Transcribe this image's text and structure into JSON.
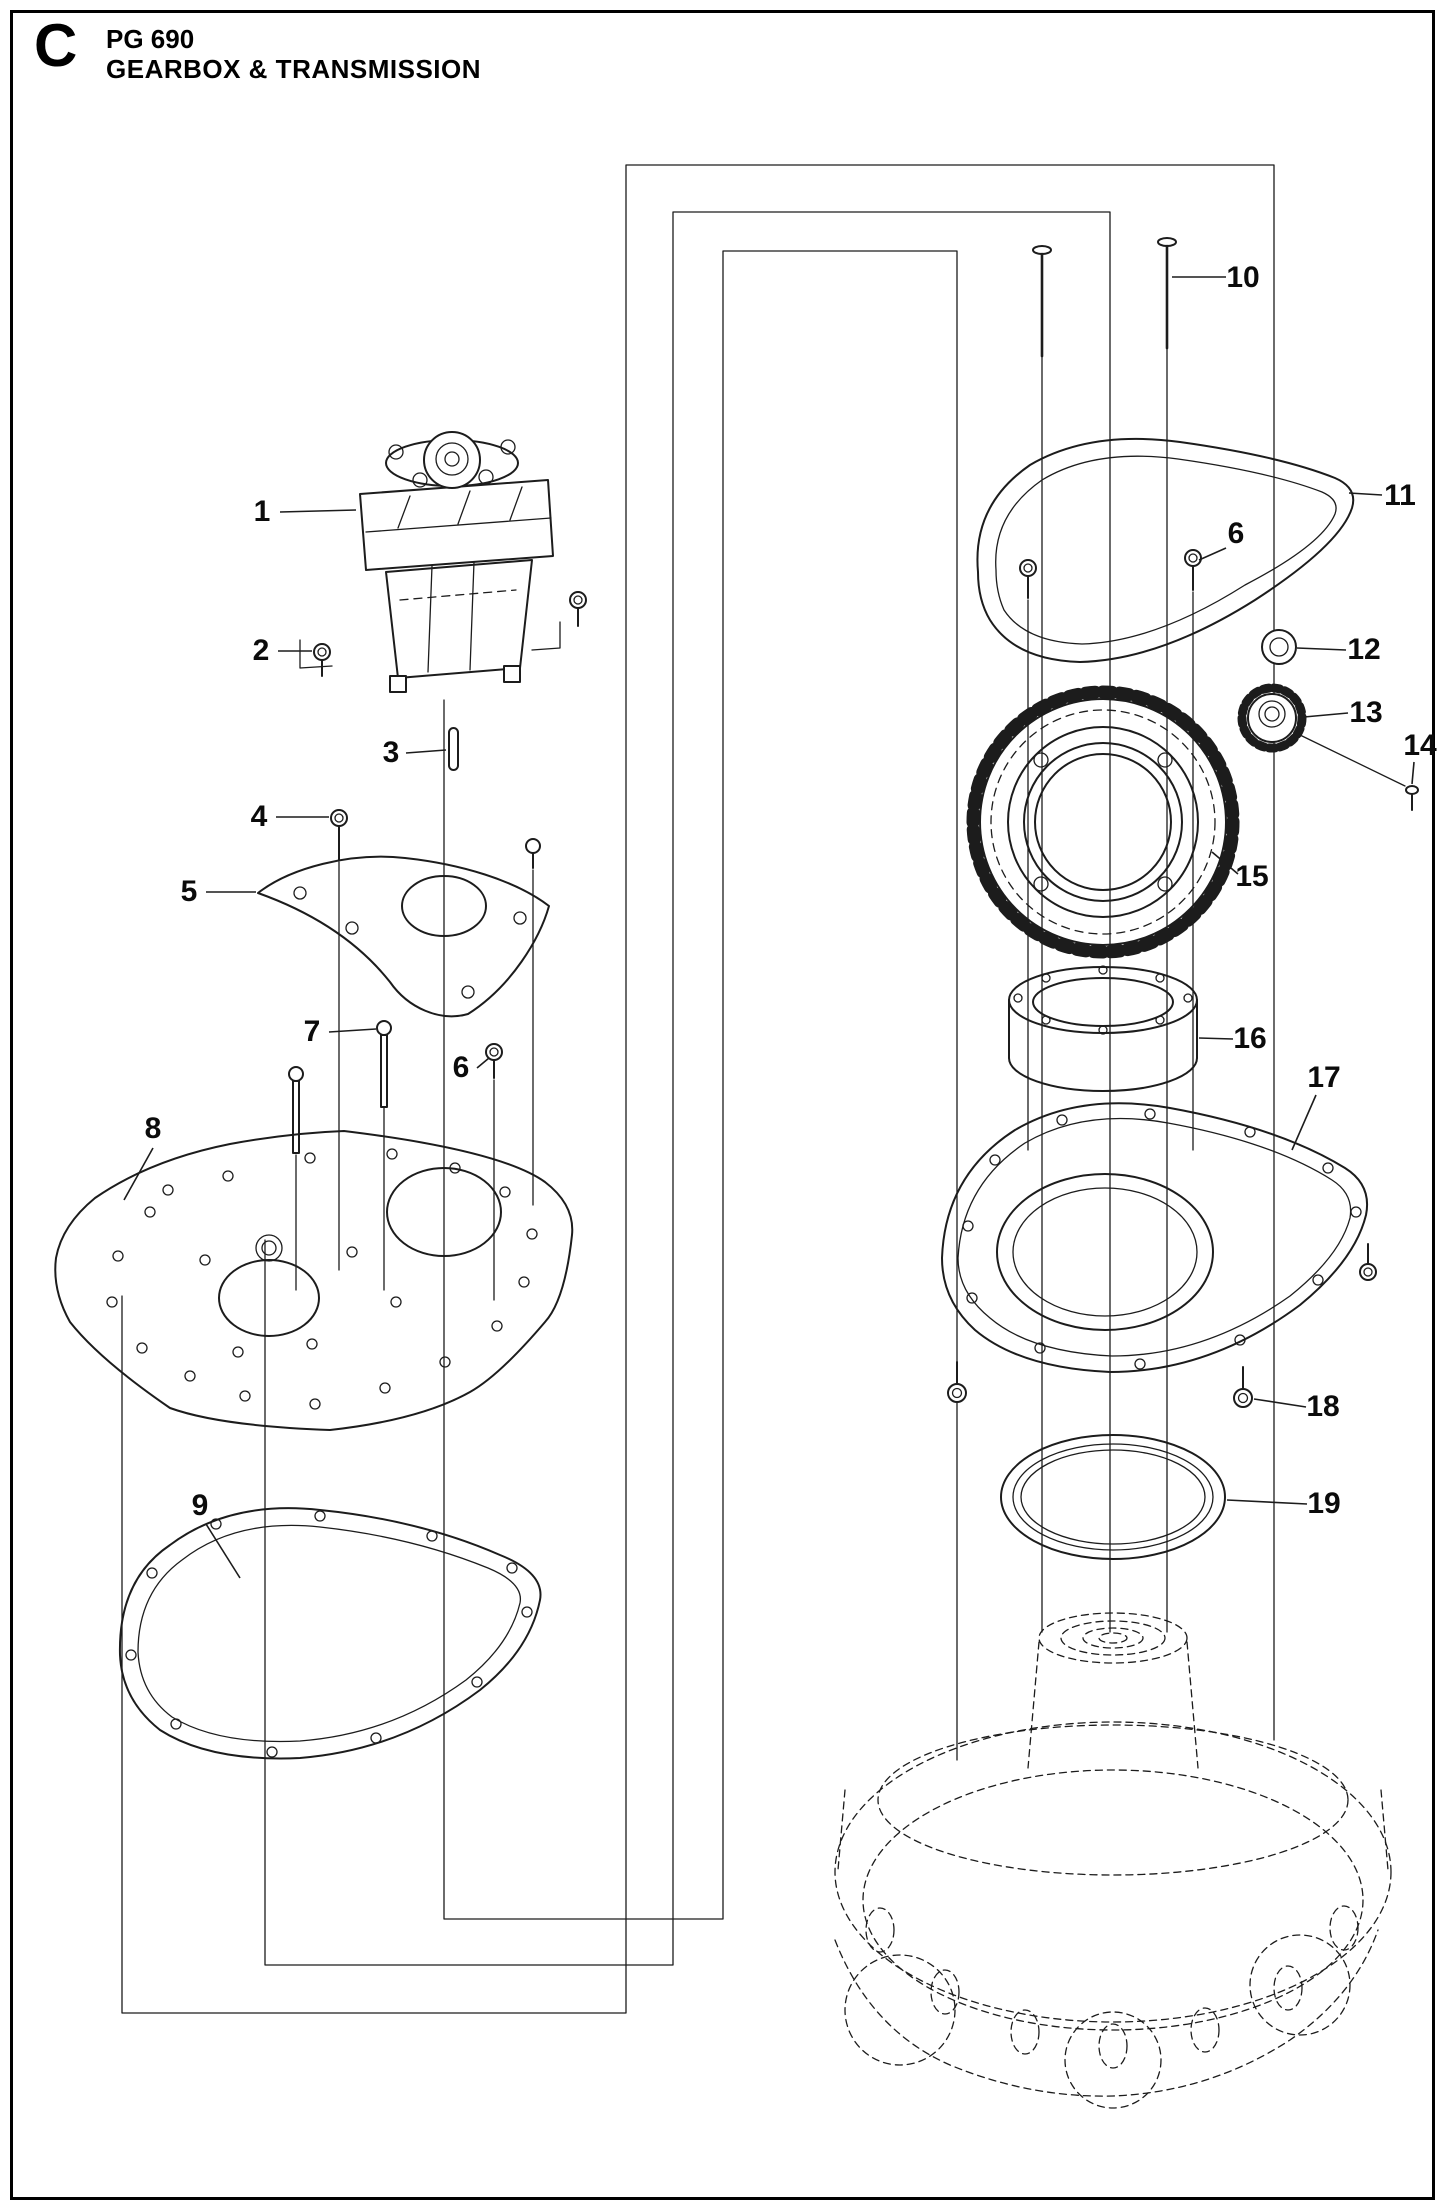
{
  "header": {
    "section_letter": "C",
    "model": "PG 690",
    "title": "GEARBOX & TRANSMISSION"
  },
  "colors": {
    "line": "#1c1c1c",
    "background": "#ffffff",
    "border": "#000000"
  },
  "callouts": [
    {
      "label": "1"
    },
    {
      "label": "2"
    },
    {
      "label": "3"
    },
    {
      "label": "4"
    },
    {
      "label": "5"
    },
    {
      "label": "6"
    },
    {
      "label": "7"
    },
    {
      "label": "8"
    },
    {
      "label": "9"
    },
    {
      "label": "10"
    },
    {
      "label": "11"
    },
    {
      "label": "6"
    },
    {
      "label": "12"
    },
    {
      "label": "13"
    },
    {
      "label": "14"
    },
    {
      "label": "15"
    },
    {
      "label": "16"
    },
    {
      "label": "17"
    },
    {
      "label": "18"
    },
    {
      "label": "19"
    }
  ]
}
